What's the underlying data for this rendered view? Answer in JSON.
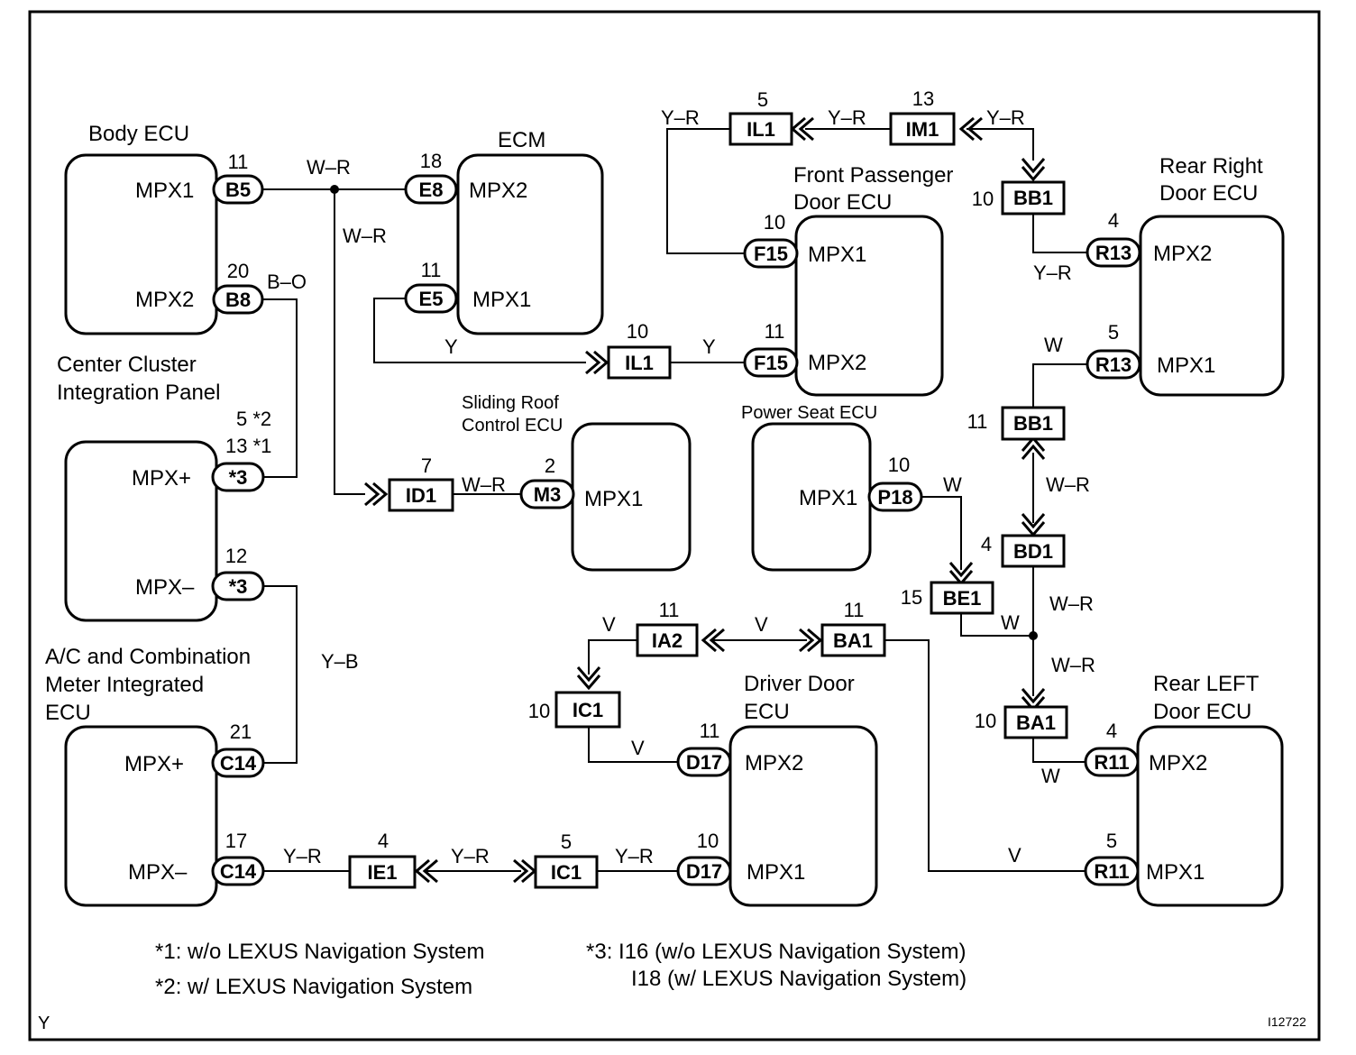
{
  "ecus": {
    "body_ecu": {
      "title": "Body ECU",
      "pin_a": "MPX1",
      "pin_b": "MPX2"
    },
    "ecm": {
      "title": "ECM",
      "pin_a": "MPX2",
      "pin_b": "MPX1"
    },
    "center_cluster": {
      "title_line1": "Center Cluster",
      "title_line2": "Integration Panel",
      "pin_a": "MPX+",
      "pin_b": "MPX–"
    },
    "ac_meter": {
      "title_line1": "A/C and Combination",
      "title_line2": "Meter Integrated",
      "title_line3": "ECU",
      "pin_a": "MPX+",
      "pin_b": "MPX–"
    },
    "sliding_roof": {
      "title_line1": "Sliding Roof",
      "title_line2": "Control ECU",
      "pin_a": "MPX1"
    },
    "front_passenger": {
      "title_line1": "Front Passenger",
      "title_line2": "Door ECU",
      "pin_a": "MPX1",
      "pin_b": "MPX2"
    },
    "power_seat": {
      "title": "Power Seat ECU",
      "pin_a": "MPX1"
    },
    "rear_right": {
      "title_line1": "Rear Right",
      "title_line2": "Door ECU",
      "pin_a": "MPX2",
      "pin_b": "MPX1"
    },
    "driver_door": {
      "title_line1": "Driver Door",
      "title_line2": "ECU",
      "pin_a": "MPX2",
      "pin_b": "MPX1"
    },
    "rear_left": {
      "title_line1": "Rear LEFT",
      "title_line2": "Door ECU",
      "pin_a": "MPX2",
      "pin_b": "MPX1"
    }
  },
  "connectors": {
    "b5": {
      "name": "B5",
      "pin": "11"
    },
    "b8": {
      "name": "B8",
      "pin": "20"
    },
    "e8": {
      "name": "E8",
      "pin": "18"
    },
    "e5": {
      "name": "E5",
      "pin": "11"
    },
    "cc_plus": {
      "name": "*3",
      "pin_line1": "5 *2",
      "pin_line2": "13 *1"
    },
    "cc_minus": {
      "name": "*3",
      "pin": "12"
    },
    "c14_plus": {
      "name": "C14",
      "pin": "21"
    },
    "c14_minus": {
      "name": "C14",
      "pin": "17"
    },
    "id1": {
      "name": "ID1",
      "pin": "7"
    },
    "m3": {
      "name": "M3",
      "pin": "2"
    },
    "il1_bottom": {
      "name": "IL1",
      "pin": "10"
    },
    "f15_top": {
      "name": "F15",
      "pin": "10"
    },
    "f15_bottom": {
      "name": "F15",
      "pin": "11"
    },
    "il1_top": {
      "name": "IL1",
      "pin": "5"
    },
    "im1": {
      "name": "IM1",
      "pin": "13"
    },
    "bb1_top": {
      "name": "BB1",
      "pin": "10"
    },
    "r13_top": {
      "name": "R13",
      "pin": "4"
    },
    "r13_bottom": {
      "name": "R13",
      "pin": "5"
    },
    "bb1_mid": {
      "name": "BB1",
      "pin": "11"
    },
    "p18": {
      "name": "P18",
      "pin": "10"
    },
    "bd1": {
      "name": "BD1",
      "pin": "4"
    },
    "be1": {
      "name": "BE1",
      "pin": "15"
    },
    "ia2": {
      "name": "IA2",
      "pin": "11"
    },
    "ba1_mid": {
      "name": "BA1",
      "pin": "11"
    },
    "ic1_top": {
      "name": "IC1",
      "pin": "10"
    },
    "d17_top": {
      "name": "D17",
      "pin": "11"
    },
    "ba1_low": {
      "name": "BA1",
      "pin": "10"
    },
    "r11_top": {
      "name": "R11",
      "pin": "4"
    },
    "ie1": {
      "name": "IE1",
      "pin": "4"
    },
    "ic1_bottom": {
      "name": "IC1",
      "pin": "5"
    },
    "d17_bottom": {
      "name": "D17",
      "pin": "10"
    },
    "r11_bottom": {
      "name": "R11",
      "pin": "5"
    }
  },
  "wires": {
    "wr_top": "W–R",
    "wr_drop": "W–R",
    "bo": "B–O",
    "yb": "Y–B",
    "y_lower": "Y",
    "y_il1": "Y",
    "wr_roof": "W–R",
    "yr_il1": "Y–R",
    "yr_im1": "Y–R",
    "yr_bb1": "Y–R",
    "yr_r13": "Y–R",
    "w_r13": "W",
    "wr_bb1": "W–R",
    "w_p18": "W",
    "wr_bd1": "W–R",
    "w_be1": "W",
    "wr_ba1": "W–R",
    "v_ia2_left": "V",
    "v_ia2_right": "V",
    "v_d17": "V",
    "w_r11": "W",
    "v_r11": "V",
    "yr_c14": "Y–R",
    "yr_ie1": "Y–R",
    "yr_d17": "Y–R"
  },
  "notes": {
    "note1": "*1: w/o LEXUS Navigation System",
    "note2": "*2: w/ LEXUS Navigation System",
    "note3_line1": "*3: I16 (w/o LEXUS Navigation System)",
    "note3_line2": "I18 (w/ LEXUS Navigation System)"
  },
  "corner_letter": "Y",
  "figure_id": "I12722"
}
